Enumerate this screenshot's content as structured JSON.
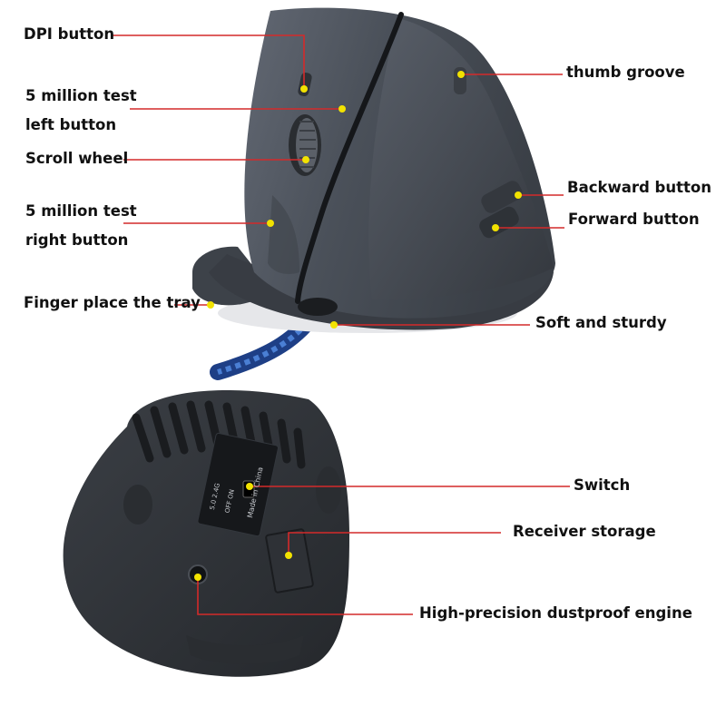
{
  "colors": {
    "leader_line": "#d42a2a",
    "dot": "#f2e200",
    "mouse_body": "#4c525b",
    "mouse_dark": "#2b2e33",
    "cable_blue": "#2a5db5",
    "background": "#ffffff"
  },
  "top_view": {
    "labels": {
      "dpi": "DPI button",
      "left_button": "5 million test left button",
      "scroll": "Scroll wheel",
      "right_button": "5 million test right button",
      "tray": "Finger place the tray",
      "thumb": "thumb groove",
      "backward": "Backward button",
      "forward": "Forward button",
      "base": "Soft and sturdy"
    }
  },
  "bottom_view": {
    "labels": {
      "switch": "Switch",
      "receiver": "Receiver storage",
      "engine": "High-precision dustproof engine"
    },
    "sticker": {
      "line1": "5.0 2.4G",
      "line2": "OFF ON",
      "made_in": "Made in China"
    }
  }
}
